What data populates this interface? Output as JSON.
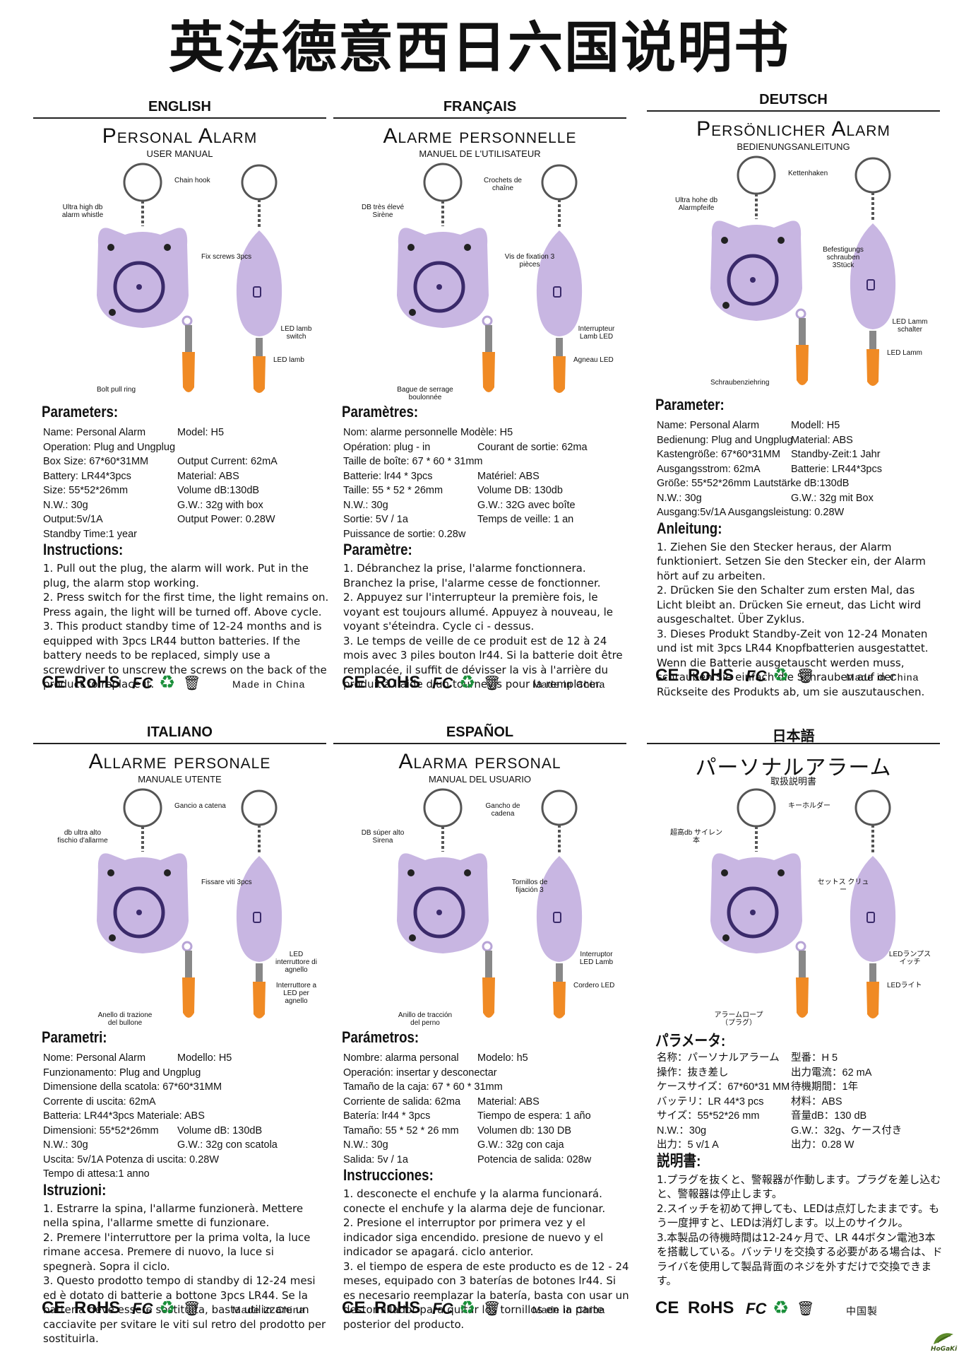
{
  "title": "英法德意西日六国说明书",
  "colors": {
    "device": "#c8b6e2",
    "strap": "#f08a24",
    "ring": "#555555"
  },
  "panels": [
    {
      "lang": "ENGLISH",
      "product": "Personal Alarm",
      "manual": "USER MANUAL",
      "labels": [
        "Chain hook",
        "Ultra high db alarm whistle",
        "Fix screws 3pcs",
        "LED lamb switch",
        "LED lamb",
        "Bolt pull ring"
      ],
      "params_heading": "Parameters:",
      "params": [
        [
          "Name: Personal Alarm",
          "Model: H5"
        ],
        [
          "Operation: Plug and Ungplug",
          ""
        ],
        [
          "Box Size: 67*60*31MM",
          "Output Current: 62mA"
        ],
        [
          "Battery: LR44*3pcs",
          "Material: ABS"
        ],
        [
          "Size: 55*52*26mm",
          "Volume dB:130dB"
        ],
        [
          "N.W.: 30g",
          "G.W.: 32g with box"
        ],
        [
          "Output:5v/1A",
          "Output Power: 0.28W"
        ],
        [
          "Standby Time:1 year",
          ""
        ]
      ],
      "inst_heading": "Instructions:",
      "instructions": "1. Pull out the plug, the alarm will work. Put in the plug, the alarm stop working.\n2. Press switch for the first time, the light remains on. Press again, the light will be turned off. Above cycle.\n3. This product standby time of 12-24 months and is equipped with 3pcs LR44 button batteries. If the battery needs to be replaced, simply use a screwdriver to unscrew the screws on the back of the product to replace it.",
      "made_in": "Made in China"
    },
    {
      "lang": "FRANÇAIS",
      "product": "Alarme personnelle",
      "manual": "MANUEL DE L'UTILISATEUR",
      "labels": [
        "Crochets de chaîne",
        "DB très élevé Sirène",
        "Vis de fixation 3 pièces",
        "Interrupteur Lamb LED",
        "Agneau LED",
        "Bague de serrage boulonnée"
      ],
      "params_heading": "Paramètres:",
      "params": [
        [
          "Nom: alarme personnelle Modèle: H5",
          ""
        ],
        [
          "Opération: plug - in",
          "Courant de sortie: 62ma"
        ],
        [
          "Taille de boîte: 67 * 60 * 31mm",
          ""
        ],
        [
          "Batterie: lr44 * 3pcs",
          "Matériel: ABS"
        ],
        [
          "Taille: 55 * 52 * 26mm",
          "Volume DB: 130db"
        ],
        [
          "N.W.: 30g",
          "G.W.: 32G avec boîte"
        ],
        [
          "Sortie: 5V / 1a",
          "Temps de veille: 1 an"
        ],
        [
          "Puissance de sortie: 0.28w",
          ""
        ]
      ],
      "inst_heading": "Paramètre:",
      "instructions": "1. Débranchez la prise, l'alarme fonctionnera. Branchez la prise, l'alarme cesse de fonctionner.\n2. Appuyez sur l'interrupteur la première fois, le voyant est toujours allumé. Appuyez à nouveau, le voyant s'éteindra. Cycle ci - dessus.\n3. Le temps de veille de ce produit est de 12 à 24 mois avec 3 piles bouton lr44. Si la batterie doit être remplacée, il suffit de dévisser la vis à l'arrière du produit à l'aide d'un tournevis pour la remplacer.",
      "made_in": "Made in China"
    },
    {
      "lang": "DEUTSCH",
      "product": "Persönlicher Alarm",
      "manual": "BEDIENUNGSANLEITUNG",
      "labels": [
        "Kettenhaken",
        "Ultra hohe db Alarmpfeife",
        "Befestigungs schrauben 3Stück",
        "LED Lamm schalter",
        "LED Lamm",
        "Schraubenziehring"
      ],
      "params_heading": "Parameter:",
      "params": [
        [
          "Name: Personal Alarm",
          "Modell: H5"
        ],
        [
          "Bedienung: Plug and Ungplug",
          "Material: ABS"
        ],
        [
          "Kastengröße: 67*60*31MM",
          "Standby-Zeit:1 Jahr"
        ],
        [
          "Ausgangsstrom: 62mA",
          "Batterie: LR44*3pcs"
        ],
        [
          "Größe: 55*52*26mm Lautstärke dB:130dB",
          ""
        ],
        [
          "N.W.: 30g",
          "G.W.: 32g mit Box"
        ],
        [
          "Ausgang:5v/1A Ausgangsleistung: 0.28W",
          ""
        ]
      ],
      "inst_heading": "Anleitung:",
      "instructions": "1. Ziehen Sie den Stecker heraus, der Alarm funktioniert. Setzen Sie den Stecker ein, der Alarm hört auf zu arbeiten.\n2. Drücken Sie den Schalter zum ersten Mal, das Licht bleibt an. Drücken Sie erneut, das Licht wird ausgeschaltet. Über Zyklus.\n3. Dieses Produkt Standby-Zeit von 12-24 Monaten und ist mit 3pcs LR44 Knopfbatterien ausgestattet. Wenn die Batterie ausgetauscht werden muss, schrauben Sie einfach die Schrauben auf der Rückseite des Produkts ab, um sie auszutauschen.",
      "made_in": "Made in China"
    },
    {
      "lang": "ITALIANO",
      "product": "Allarme personale",
      "manual": "MANUALE UTENTE",
      "labels": [
        "Gancio a catena",
        "db ultra alto fischio d'allarme",
        "Fissare viti 3pcs",
        "LED interruttore di agnello",
        "Interruttore a LED per agnello",
        "Anello di trazione del bullone"
      ],
      "params_heading": "Parametri:",
      "params": [
        [
          "Nome: Personal Alarm",
          "Modello: H5"
        ],
        [
          "Funzionamento: Plug and Ungplug",
          ""
        ],
        [
          "Dimensione della scatola: 67*60*31MM",
          ""
        ],
        [
          "Corrente di uscita: 62mA",
          ""
        ],
        [
          "Batteria: LR44*3pcs Materiale: ABS",
          ""
        ],
        [
          "Dimensioni: 55*52*26mm",
          "Volume dB: 130dB"
        ],
        [
          "N.W.: 30g",
          "G.W.: 32g con scatola"
        ],
        [
          "Uscita: 5v/1A Potenza di uscita: 0.28W",
          ""
        ],
        [
          "Tempo di attesa:1 anno",
          ""
        ]
      ],
      "inst_heading": "Istruzioni:",
      "instructions": "1. Estrarre la spina, l'allarme funzionerà. Mettere nella spina, l'allarme smette di funzionare.\n2. Premere l'interruttore per la prima volta, la luce rimane accesa. Premere di nuovo, la luce si spegnerà. Sopra il ciclo.\n3. Questo prodotto tempo di standby di 12-24 mesi ed è dotato di batterie a bottone 3pcs LR44. Se la batteria deve essere sostituita, basta utilizzare un cacciavite per svitare le viti sul retro del prodotto per sostituirla.",
      "made_in": "Made in China"
    },
    {
      "lang": "ESPAÑOL",
      "product": "Alarma personal",
      "manual": "MANUAL DEL USUARIO",
      "labels": [
        "Gancho de cadena",
        "DB súper alto Sirena",
        "Tornillos de fijación 3",
        "Interruptor LED Lamb",
        "Cordero LED",
        "Anillo de tracción del perno"
      ],
      "params_heading": "Parámetros:",
      "params": [
        [
          "Nombre: alarma personal",
          "Modelo: h5"
        ],
        [
          "Operación: insertar y desconectar",
          ""
        ],
        [
          "Tamaño de la caja: 67 * 60 * 31mm",
          ""
        ],
        [
          "Corriente de salida: 62ma",
          "Material: ABS"
        ],
        [
          "Batería: lr44 * 3pcs",
          "Tiempo de espera: 1 año"
        ],
        [
          "Tamaño: 55 * 52 * 26 mm",
          "Volumen db: 130 DB"
        ],
        [
          "N.W.: 30g",
          "G.W.: 32g con caja"
        ],
        [
          "Salida: 5v / 1a",
          "Potencia de salida: 028w"
        ]
      ],
      "inst_heading": "Instrucciones:",
      "instructions": "1. desconecte el enchufe y la alarma funcionará. conecte el enchufe y la alarma deje de funcionar.\n2. Presione el interruptor por primera vez y el indicador siga encendido. presione de nuevo y el indicador se apagará. ciclo anterior.\n3. el tiempo de espera de este producto es de 12 - 24 meses, equipado con 3 baterías de botones lr44. Si es necesario reemplazar la batería, basta con usar un destornillador para quitar los tornillos en la parte posterior del producto.",
      "made_in": "Made in China"
    },
    {
      "lang": "日本語",
      "product": "パーソナルアラーム",
      "manual": "取扱説明書",
      "labels": [
        "キーホルダー",
        "超高db サイレン本",
        "セットス クリュー",
        "LEDランプスイッチ",
        "LEDライト",
        "アラームロープ（プラグ）"
      ],
      "params_heading": "パラメータ:",
      "params": [
        [
          "名称：パーソナルアラーム",
          "型番：H 5"
        ],
        [
          "操作：抜き差し",
          "出力電流：62 mA"
        ],
        [
          "ケースサイズ：67*60*31 MM",
          "待機期間：1年"
        ],
        [
          "バッテリ：LR 44*3 pcs",
          "材料：ABS"
        ],
        [
          "サイズ：55*52*26 mm",
          "音量dB：130 dB"
        ],
        [
          "N.W.：30g",
          "G.W.：32g、ケース付き"
        ],
        [
          "出力：5 v/1 A",
          "出力：0.28 W"
        ]
      ],
      "inst_heading": "説明書:",
      "instructions": "1.プラグを抜くと、警報器が作動します。プラグを差し込むと、警報器は停止します。\n2.スイッチを初めて押しても、LEDは点灯したままです。もう一度押すと、LEDは消灯します。以上のサイクル。\n3.本製品の待機時間は12-24ヶ月で、LR 44ボタン電池3本を搭載している。バッテリを交換する必要がある場合は、ドライバを使用して製品背面のネジを外すだけで交換できます。",
      "made_in": "中国製"
    }
  ],
  "footer_marks": {
    "ce": "CE",
    "rohs": "RoHS",
    "fc": "FC",
    "recycle_icon": "recycle-icon",
    "bin_icon": "weee-bin-icon"
  },
  "logo": {
    "text": "HoGaKi"
  }
}
